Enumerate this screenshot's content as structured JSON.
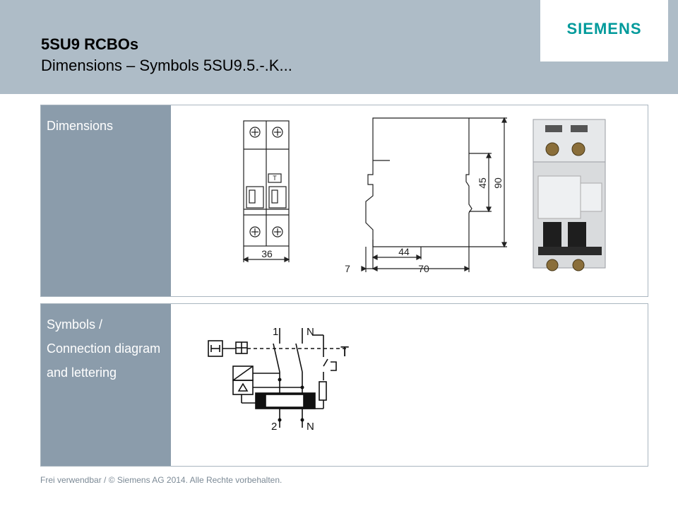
{
  "header": {
    "title": "5SU9 RCBOs",
    "subtitle": "Dimensions – Symbols 5SU9.5.-.K...",
    "logo": "SIEMENS"
  },
  "panel_dimensions": {
    "label": "Dimensions",
    "front_width": "36",
    "side_depth_inner": "44",
    "side_depth_total": "70",
    "side_offset": "7",
    "height_inner": "45",
    "height_total": "90",
    "front_t_mark": "T"
  },
  "panel_symbols": {
    "label": "Symbols / Connection diagram and lettering",
    "term_top_1": "1",
    "term_top_n": "N",
    "term_bottom_2": "2",
    "term_bottom_n": "N",
    "test_label": "T"
  },
  "footer": {
    "text": "Frei verwendbar / © Siemens AG 2014. Alle Rechte vorbehalten."
  },
  "colors": {
    "header_bg": "#aebcc7",
    "label_bg": "#8b9cab",
    "siemens_teal": "#009a9b"
  }
}
